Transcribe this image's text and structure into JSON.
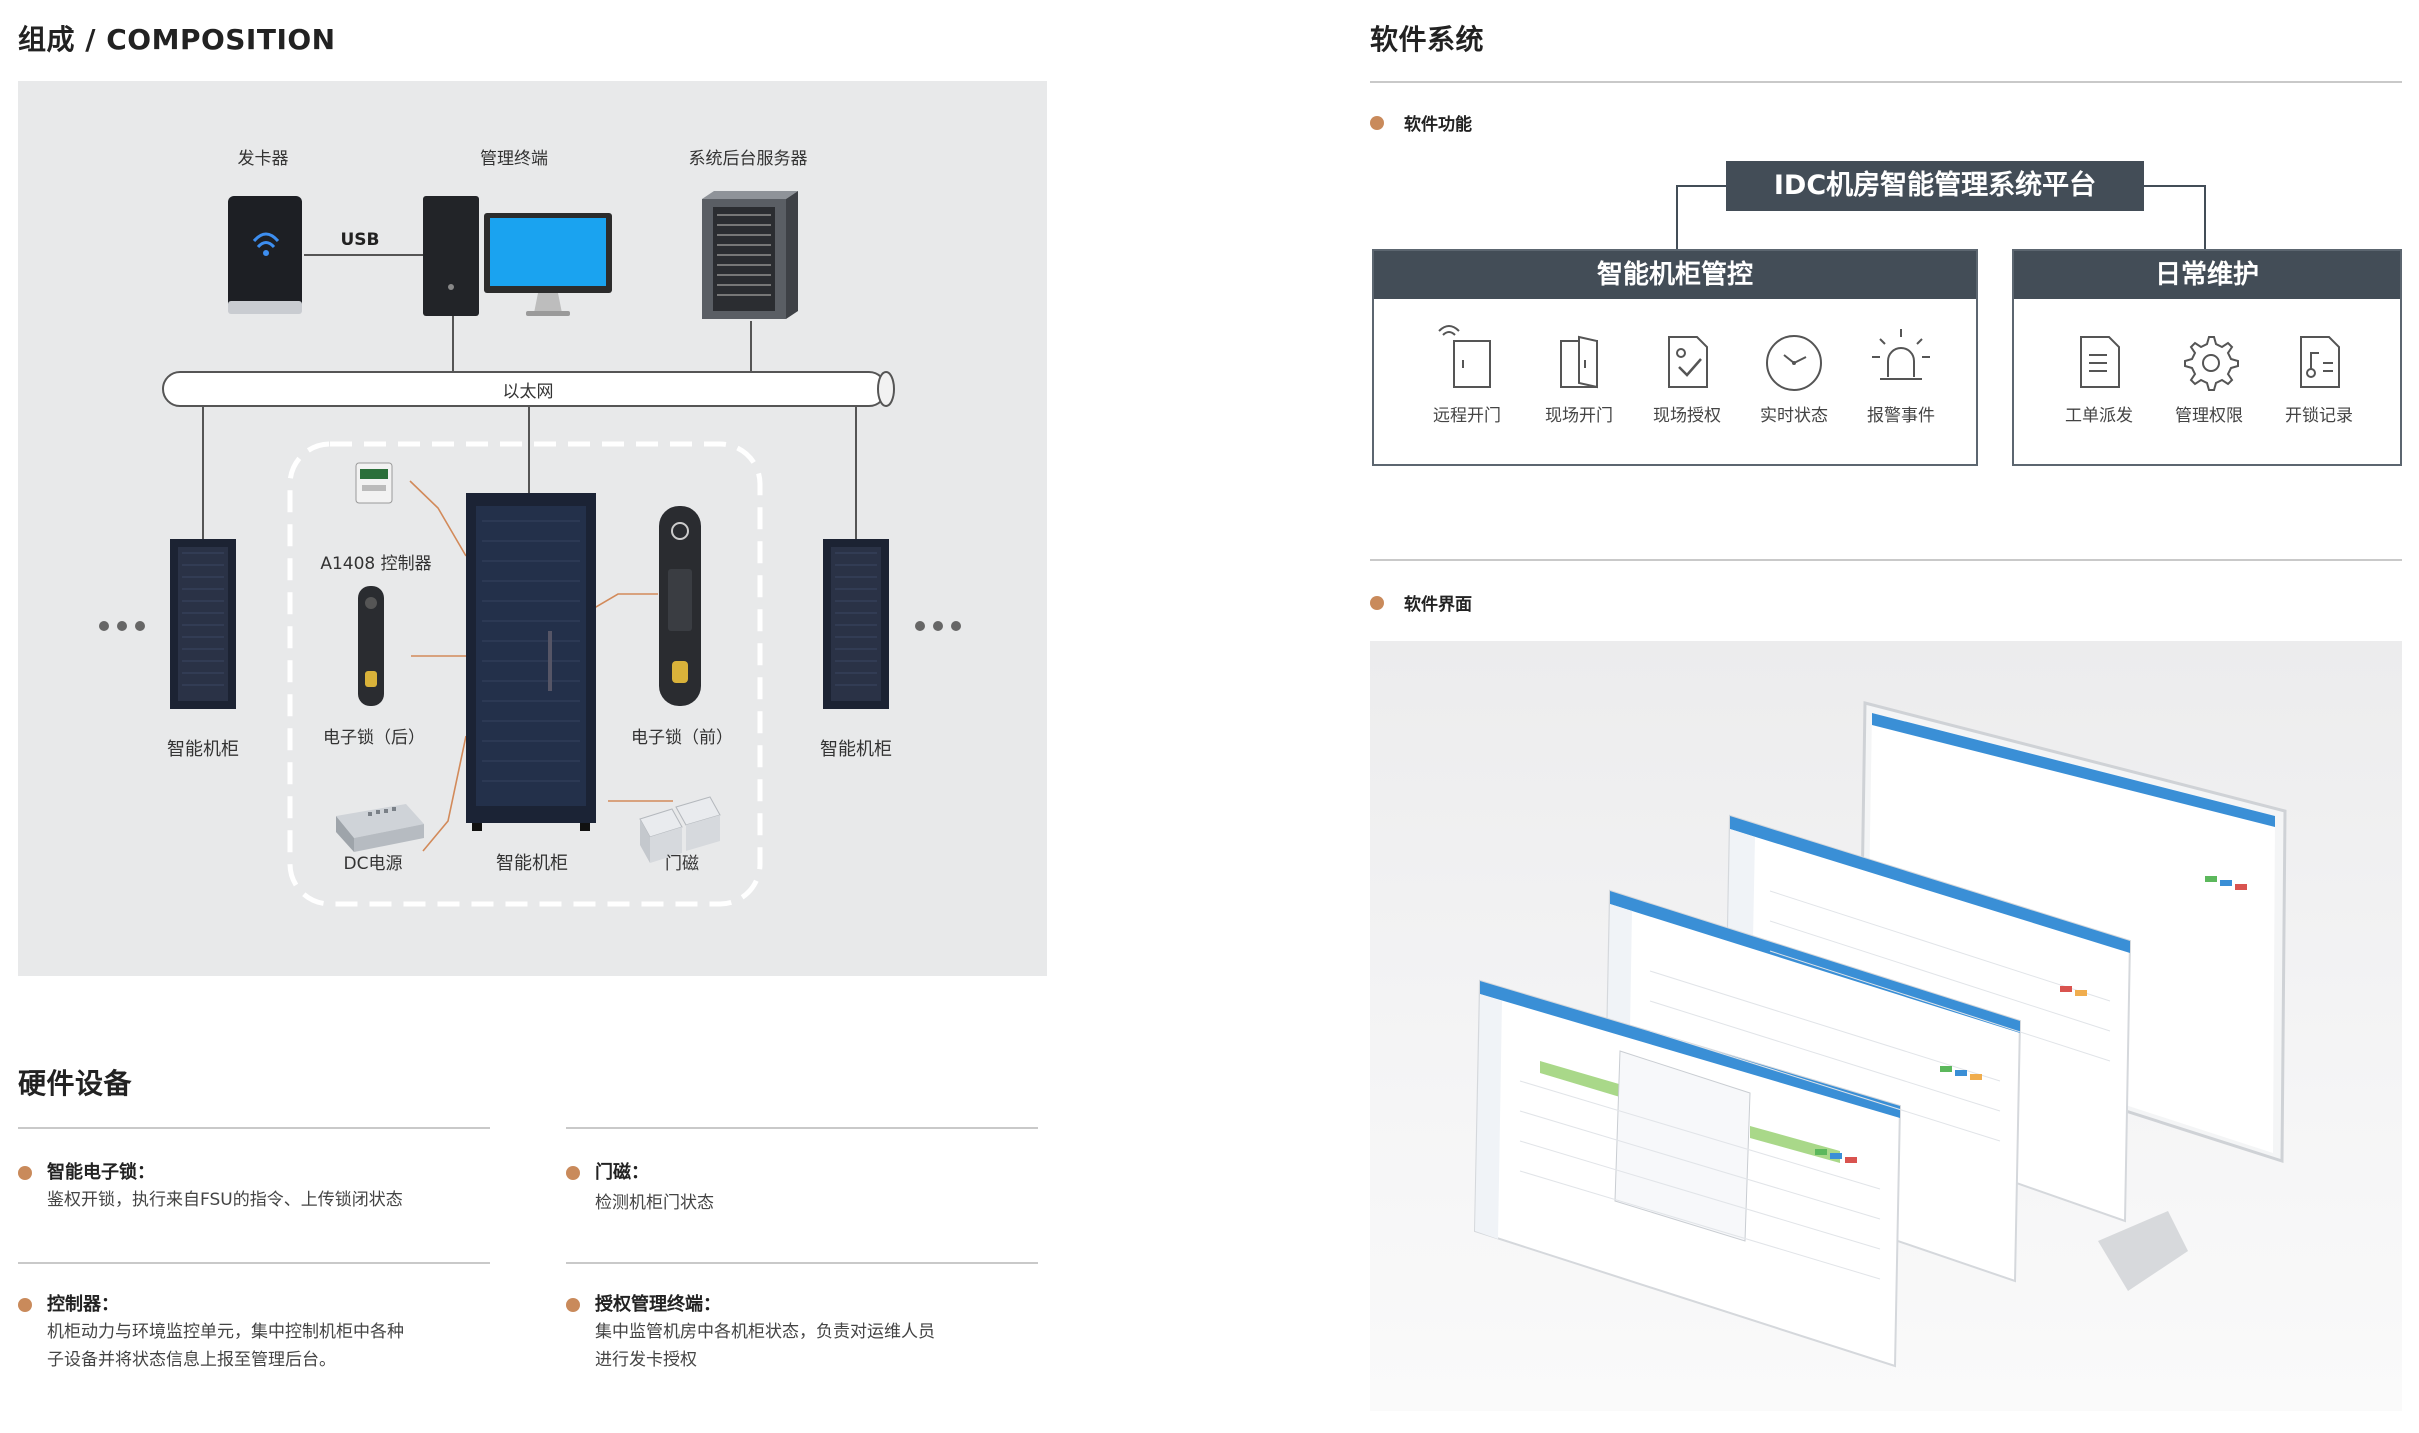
{
  "composition": {
    "title": "组成 / COMPOSITION",
    "labels": {
      "card_issuer": "发卡器",
      "usb": "USB",
      "terminal": "管理终端",
      "server": "系统后台服务器",
      "ethernet": "以太网",
      "controller": "A1408 控制器",
      "lock_rear": "电子锁（后）",
      "lock_front": "电子锁（前）",
      "dc_power": "DC电源",
      "door_sensor": "门磁",
      "cabinet_center": "智能机柜",
      "cabinet_left": "智能机柜",
      "cabinet_right": "智能机柜"
    }
  },
  "hardware": {
    "title": "硬件设备",
    "items": [
      {
        "head": "智能电子锁：",
        "text": "鉴权开锁，执行来自FSU的指令、上传锁闭状态"
      },
      {
        "head": "门磁：",
        "text": "检测机柜门状态"
      },
      {
        "head": "控制器：",
        "text": "机柜动力与环境监控单元，集中控制机柜中各种\n子设备并将状态信息上报至管理后台。"
      },
      {
        "head": "授权管理终端：",
        "text": "集中监管机房中各机柜状态，负责对运维人员\n进行发卡授权"
      }
    ]
  },
  "software": {
    "title": "软件系统",
    "functions_head": "软件功能",
    "ui_head": "软件界面",
    "platform": "IDC机房智能管理系统平台",
    "group_a": {
      "title": "智能机柜管控",
      "items": [
        "远程开门",
        "现场开门",
        "现场授权",
        "实时状态",
        "报警事件"
      ]
    },
    "group_b": {
      "title": "日常维护",
      "items": [
        "工单派发",
        "管理权限",
        "开锁记录"
      ]
    }
  },
  "colors": {
    "accent_dot": "#c98a5b",
    "header_dark": "#434d57",
    "panel_bg": "#e8e9ea",
    "ui_blue": "#3a8fd6"
  }
}
